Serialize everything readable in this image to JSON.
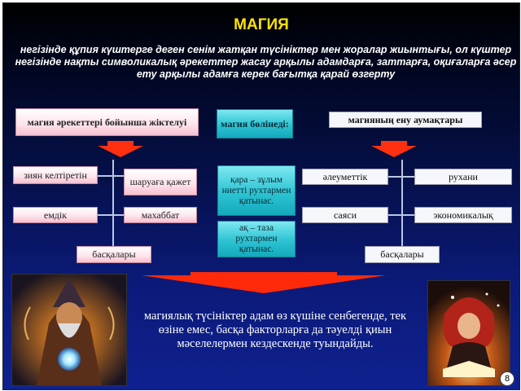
{
  "title": "МАГИЯ",
  "definition": "негізінде құпия күштерге деген сенім жатқан түсініктер мен жоралар жиынтығы, ол күштер негізінде нақты символикалық әрекеттер жасау арқылы адамдарға, заттарға, оқиғаларға әсер ету арқылы адамға керек бағытқа қарай өзгерту",
  "left_header": "магия әрекеттері бойынша жіктелуі",
  "center_header": "магия бөлінеді:",
  "right_header": "магияның ену аумақтары",
  "left_items": {
    "harm": "зиян келтіретін",
    "household": "шаруаға қажет",
    "healing": "емдік",
    "love": "махаббат",
    "other": "басқалары"
  },
  "center_items": {
    "black": "қара – зұлым ниетті рухтармен қатынас.",
    "white": "ақ – таза рухтармен қатынас."
  },
  "right_items": {
    "social": "әлеуметтік",
    "spiritual": "рухани",
    "political": "саяси",
    "economic": "экономикалық",
    "other": "басқалары"
  },
  "conclusion": "магиялық түсініктер адам өз күшіне сенбегенде, тек өзіне емес, басқа факторларға да тәуелді қиын мәселелермен кездескенде туындайды.",
  "page_number": "8",
  "colors": {
    "title": "#ffe300",
    "arrow": "#ff3010",
    "teal": "#2cc3d3"
  }
}
